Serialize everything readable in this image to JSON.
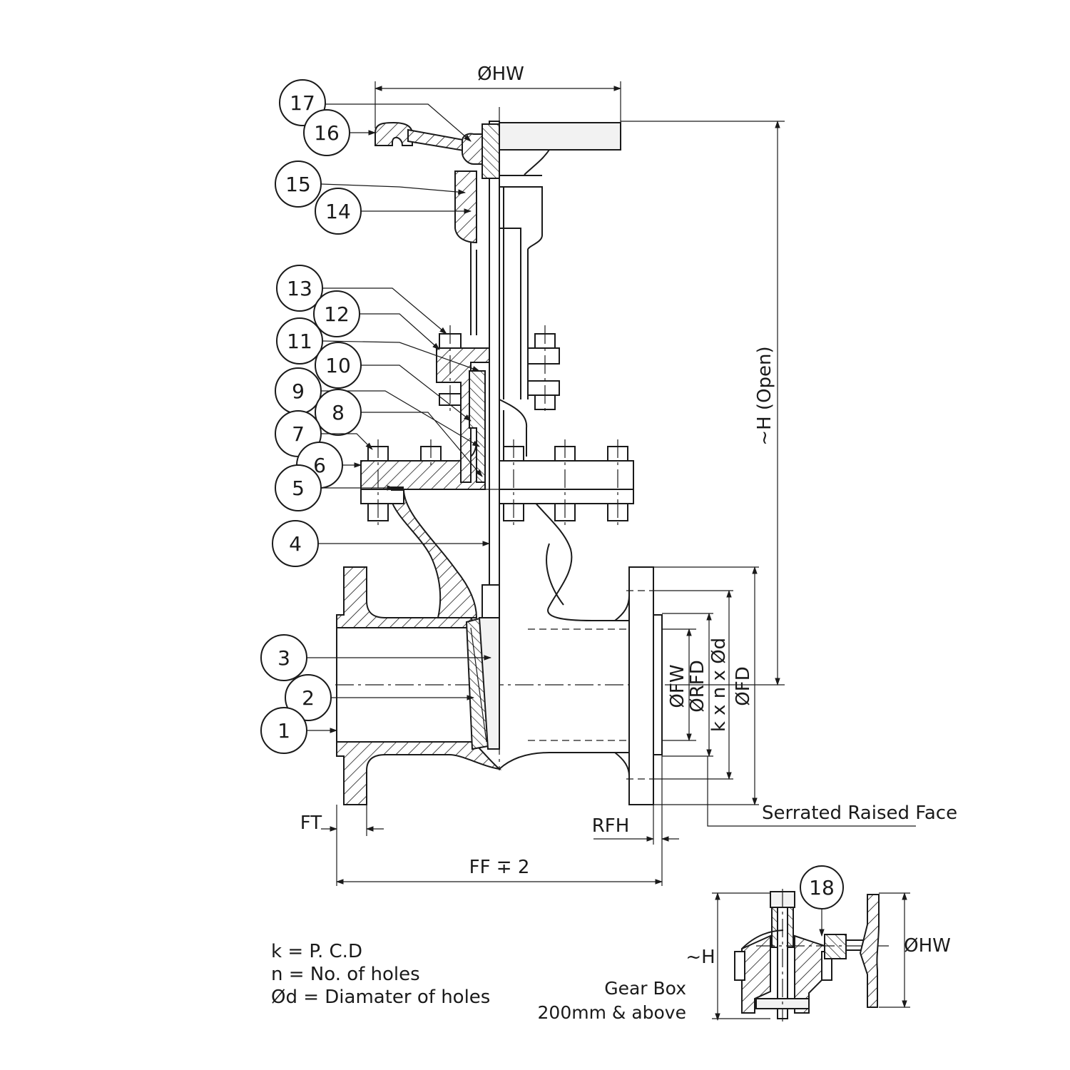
{
  "balloons": [
    "17",
    "16",
    "15",
    "14",
    "13",
    "12",
    "11",
    "10",
    "9",
    "8",
    "7",
    "6",
    "5",
    "4",
    "3",
    "2",
    "1",
    "18"
  ],
  "dimensions": {
    "handwheel_dia": "ØHW",
    "height_open": "~H (Open)",
    "flange_width": "ØFW",
    "raised_face_dia": "ØRFD",
    "bolt_holes": "k x n x Ød",
    "flange_dia": "ØFD",
    "flange_thickness": "FT",
    "raised_face_height": "RFH",
    "face_to_face": "FF ∓ 2",
    "serrated_face": "Serrated Raised Face",
    "gearbox_height": "~H",
    "gearbox_handwheel_dia": "ØHW"
  },
  "gearbox": {
    "caption_line1": "Gear Box",
    "caption_line2": "200mm & above"
  },
  "legend": [
    "k = P. C.D",
    "n = No. of holes",
    "Ød = Diamater of holes"
  ]
}
